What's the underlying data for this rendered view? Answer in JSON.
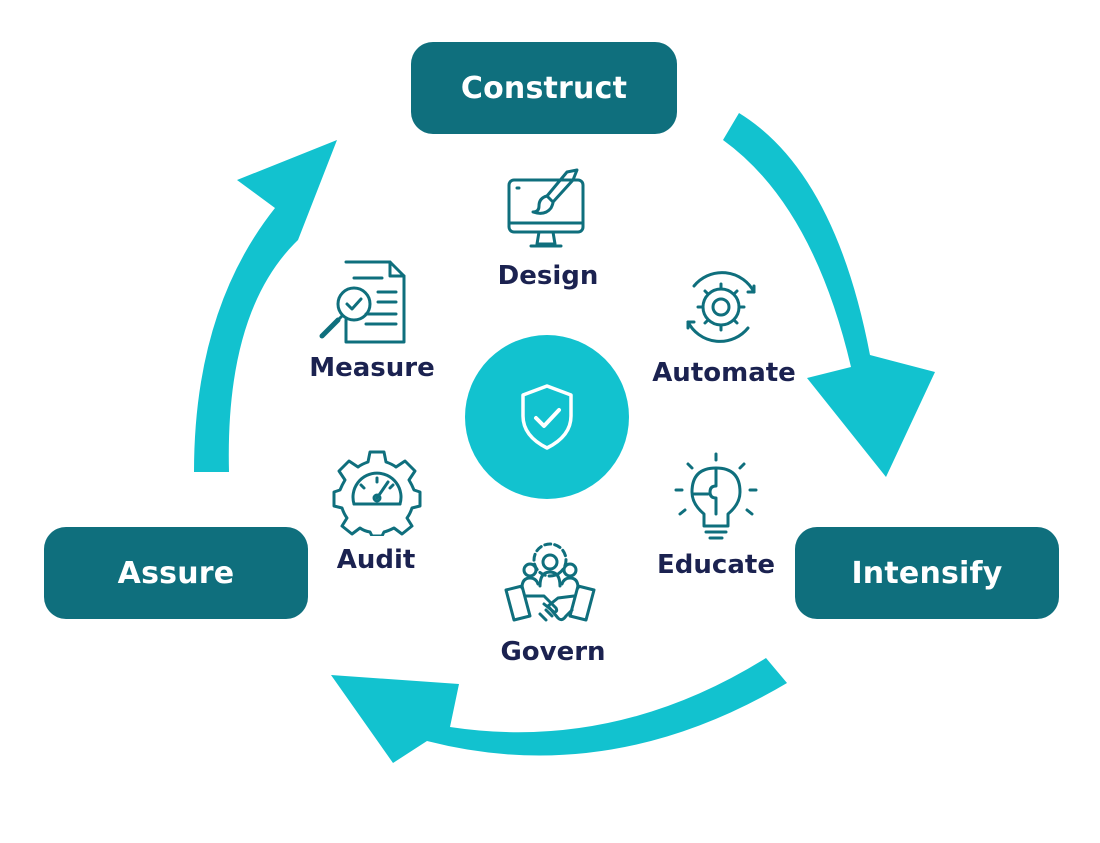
{
  "colors": {
    "stage_box": "#0f6f7d",
    "arrow": "#12c2cf",
    "hub": "#12c2cf",
    "icon": "#0f6f7d",
    "label": "#1b2250"
  },
  "stages": {
    "construct": "Construct",
    "intensify": "Intensify",
    "assure": "Assure"
  },
  "steps": {
    "design": {
      "label": "Design",
      "icon": "monitor-paintbrush-icon"
    },
    "automate": {
      "label": "Automate",
      "icon": "gear-cycle-icon"
    },
    "educate": {
      "label": "Educate",
      "icon": "lightbulb-puzzle-icon"
    },
    "govern": {
      "label": "Govern",
      "icon": "team-handshake-icon"
    },
    "audit": {
      "label": "Audit",
      "icon": "gear-gauge-icon"
    },
    "measure": {
      "label": "Measure",
      "icon": "document-magnifier-icon"
    }
  },
  "hub": {
    "icon": "shield-check-icon"
  }
}
